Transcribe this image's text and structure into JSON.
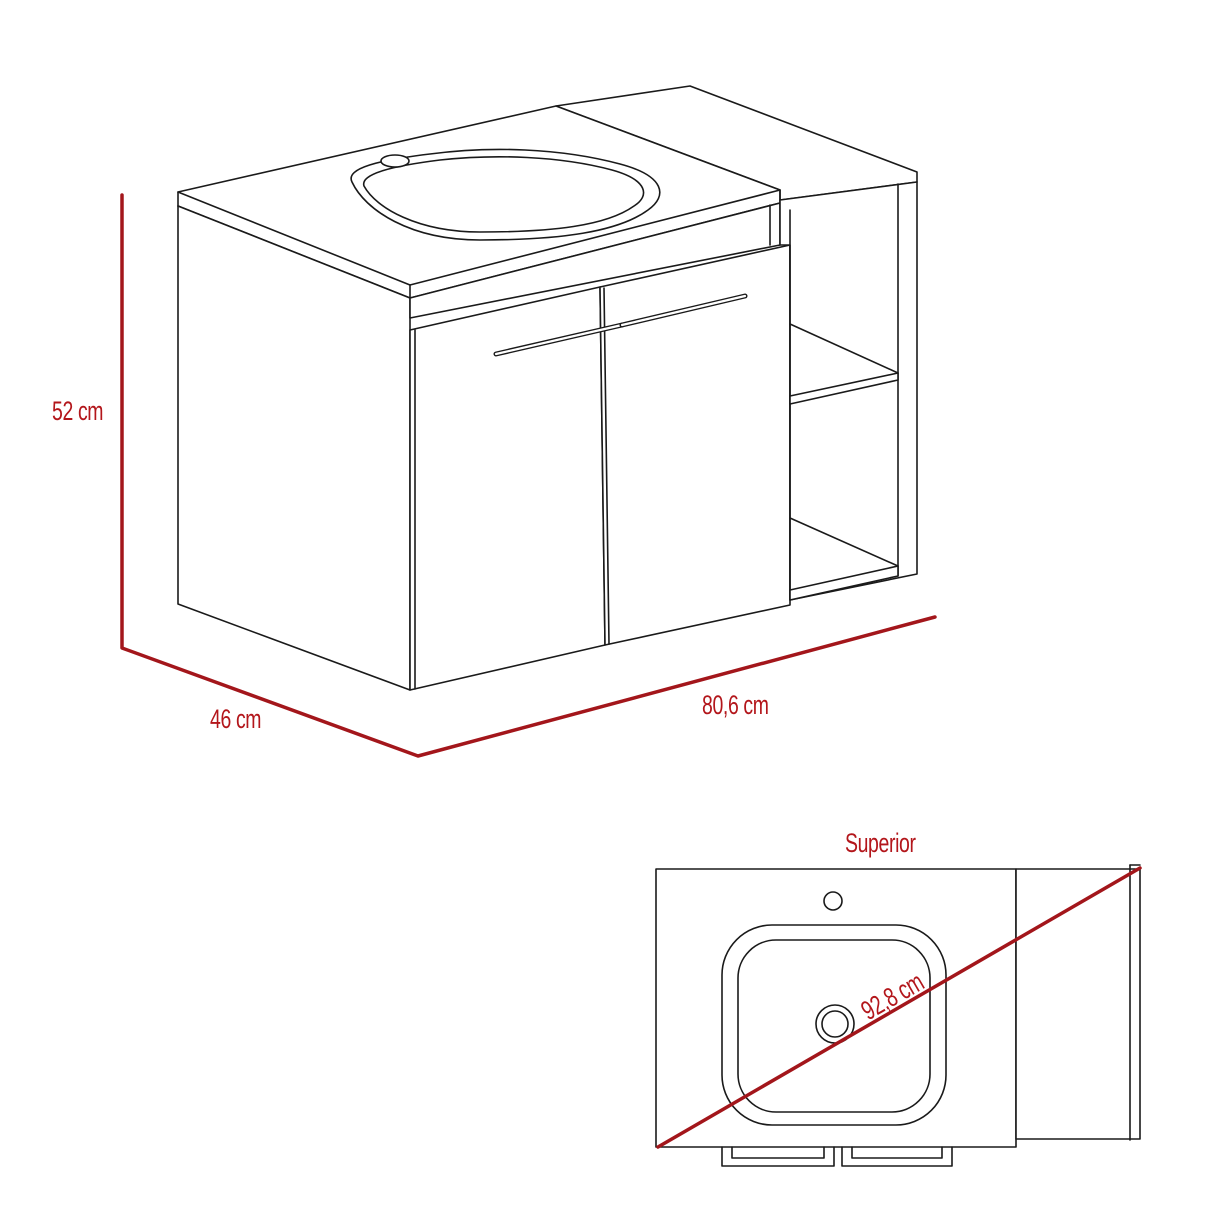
{
  "diagram": {
    "type": "product-dimension-drawing",
    "subject": "Wall-mounted bathroom vanity with sink, two doors and open side shelves",
    "colors": {
      "dimension": "#a3161b",
      "outline": "#1a1a1a",
      "background": "#ffffff"
    },
    "main_view": {
      "dimensions": {
        "height": "52 cm",
        "depth": "46 cm",
        "width": "80,6 cm"
      }
    },
    "top_view": {
      "title": "Superior",
      "dimensions": {
        "diagonal": "92,8 cm"
      }
    }
  }
}
